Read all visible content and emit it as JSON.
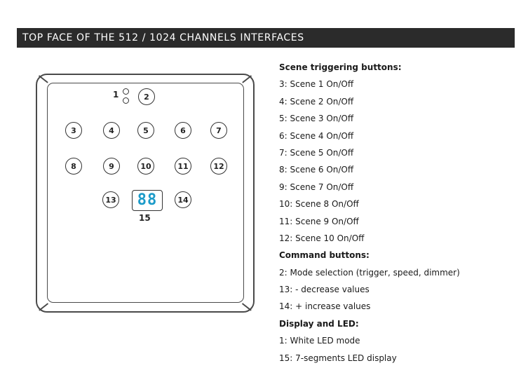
{
  "header": {
    "title": "TOP FACE OF THE 512 / 1024 CHANNELS INTERFACES"
  },
  "device": {
    "led_label": "1",
    "mode_button": "2",
    "scene_buttons_row1": [
      "3",
      "4",
      "5",
      "6",
      "7"
    ],
    "scene_buttons_row2": [
      "8",
      "9",
      "10",
      "11",
      "12"
    ],
    "decrease_button": "13",
    "increase_button": "14",
    "display_digits": "88",
    "display_label": "15",
    "display_color": "#1c9bc9"
  },
  "legend": {
    "scene_heading": "Scene triggering buttons:",
    "scenes": [
      "3: Scene 1 On/Off",
      "4: Scene 2 On/Off",
      "5: Scene 3 On/Off",
      "6: Scene 4 On/Off",
      "7: Scene 5 On/Off",
      "8: Scene 6 On/Off",
      "9: Scene 7 On/Off",
      "10: Scene 8 On/Off",
      "11: Scene 9 On/Off",
      "12: Scene 10 On/Off"
    ],
    "command_heading": "Command buttons:",
    "commands": [
      "2: Mode selection (trigger, speed, dimmer)",
      "13: - decrease values",
      "14: + increase values"
    ],
    "display_heading": "Display and LED:",
    "display_items": [
      "1: White LED mode",
      "15: 7-segments LED display"
    ]
  }
}
